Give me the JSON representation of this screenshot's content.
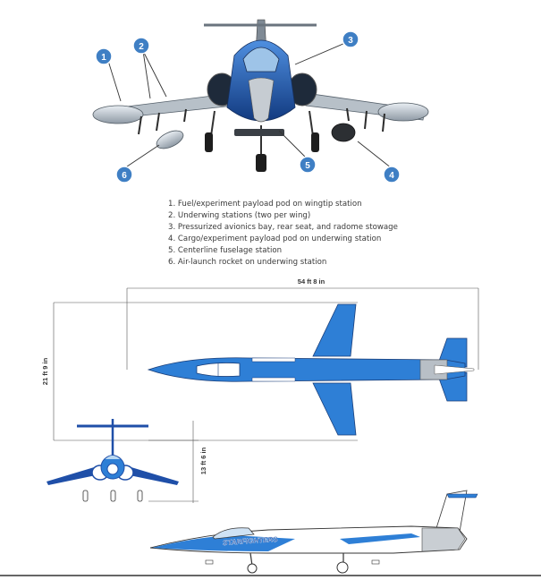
{
  "callouts": [
    {
      "number": "1",
      "text": "Fuel/experiment payload pod on wingtip station"
    },
    {
      "number": "2",
      "text": "Underwing stations (two per wing)"
    },
    {
      "number": "3",
      "text": "Pressurized avionics bay, rear seat, and radome stowage"
    },
    {
      "number": "4",
      "text": "Cargo/experiment payload pod on underwing station"
    },
    {
      "number": "5",
      "text": "Centerline fuselage station"
    },
    {
      "number": "6",
      "text": "Air-launch rocket on underwing station"
    }
  ],
  "legend": [
    "1. Fuel/experiment payload pod on wingtip station",
    "2. Underwing stations (two per wing)",
    "3. Pressurized avionics bay, rear seat, and radome stowage",
    "4. Cargo/experiment payload pod on underwing station",
    "5. Centerline fuselage station",
    "6. Air-launch rocket on underwing station"
  ],
  "dimensions": {
    "length": "54 ft 8 in",
    "wingspan": "21 ft 9 in",
    "height": "13 ft 6 in"
  },
  "livery_text": "STARFIGHTERS",
  "colors": {
    "accent_blue": "#2e7fd6",
    "dark_blue": "#1f4fa8",
    "callout_fill": "#3f7fc4",
    "outline": "#2a2a2a"
  }
}
